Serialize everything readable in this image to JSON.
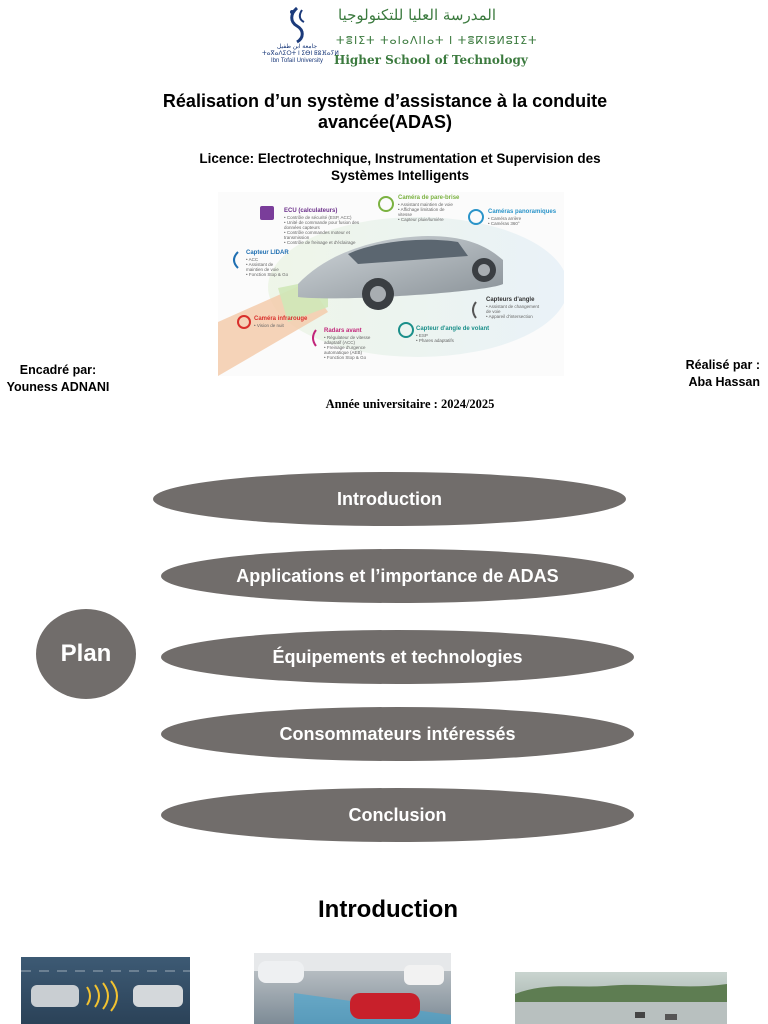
{
  "header": {
    "arabic_name": "المدرسة العليا للتكنولوجيا",
    "tifinagh_name": "ⵜⴻⵏⵉⵜ ⵜⴰⵏⴰⴷⵏⵏⴰⵜ ⵏ ⵜⴻⴽⵏⵓⵍⵓⵊⵉⵜ",
    "english_name": "Higher School of Technology",
    "university_ar": "جامعة ابن طفيل",
    "university_tf": "ⵜⴰⴳⴰⴷⵉⵔⵜ ⵏ ⵉⴱⵏ ⵟⵓⴼⴰⵢⵍ",
    "university_en": "Ibn Tofail University"
  },
  "title": "Réalisation d’un système d’assistance à la conduite avancée(ADAS)",
  "licence": "Licence: Electrotechnique, Instrumentation et Supervision des Systèmes Intelligents",
  "figure": {
    "ecu_title": "ECU (calculateurs)",
    "ecu_items": [
      "• Contrôle de sécurité (ESP, ACC)",
      "• Unité de commande pour fusion des",
      "  données capteurs",
      "• Contrôle commandes moteur et",
      "  transmission",
      "• Contrôle de freinage et d'éclairage"
    ],
    "windshield_title": "Caméra de pare-brise",
    "windshield_items": [
      "• Assistant maintien de voie",
      "• Affichage limitation de",
      "  vitesse",
      "• Capteur pluie/lumière"
    ],
    "panoramic_title": "Caméras panoramiques",
    "panoramic_items": [
      "• Caméra arrière",
      "• Caméras 360°"
    ],
    "lidar_title": "Capteur LIDAR",
    "lidar_items": [
      "• ACC",
      "• Assistant de",
      "  maintien de voie",
      "• Fonction Stop & Go"
    ],
    "angle_title": "Capteurs d'angle",
    "angle_items": [
      "• Assistant de changement",
      "  de voie",
      "• Appareil d'intersection"
    ],
    "infrared_title": "Caméra infrarouge",
    "infrared_items": [
      "• Vision de nuit"
    ],
    "radar_title": "Radars avant",
    "radar_items": [
      "• Régulateur de vitesse",
      "  adaptatif (ACC)",
      "• Freinage d'urgence",
      "  automatique (AEB)",
      "• Fonction Stop & Go"
    ],
    "steering_title": "Capteur d'angle de volant",
    "steering_items": [
      "• ESP",
      "• Phares adaptatifs"
    ]
  },
  "supervisor": {
    "label": "Encadré par:",
    "name": "Youness ADNANI"
  },
  "author": {
    "label": "Réalisé par :",
    "name": "Aba Hassan"
  },
  "year": "Année universitaire : 2024/2025",
  "plan": {
    "label": "Plan",
    "items": [
      "Introduction",
      "Applications et l’importance de ADAS",
      "Équipements et technologies",
      "Consommateurs intéressés",
      "Conclusion"
    ]
  },
  "intro_heading": "Introduction",
  "colors": {
    "pill": "#716d6b",
    "logo_green": "#3b7a3e"
  }
}
